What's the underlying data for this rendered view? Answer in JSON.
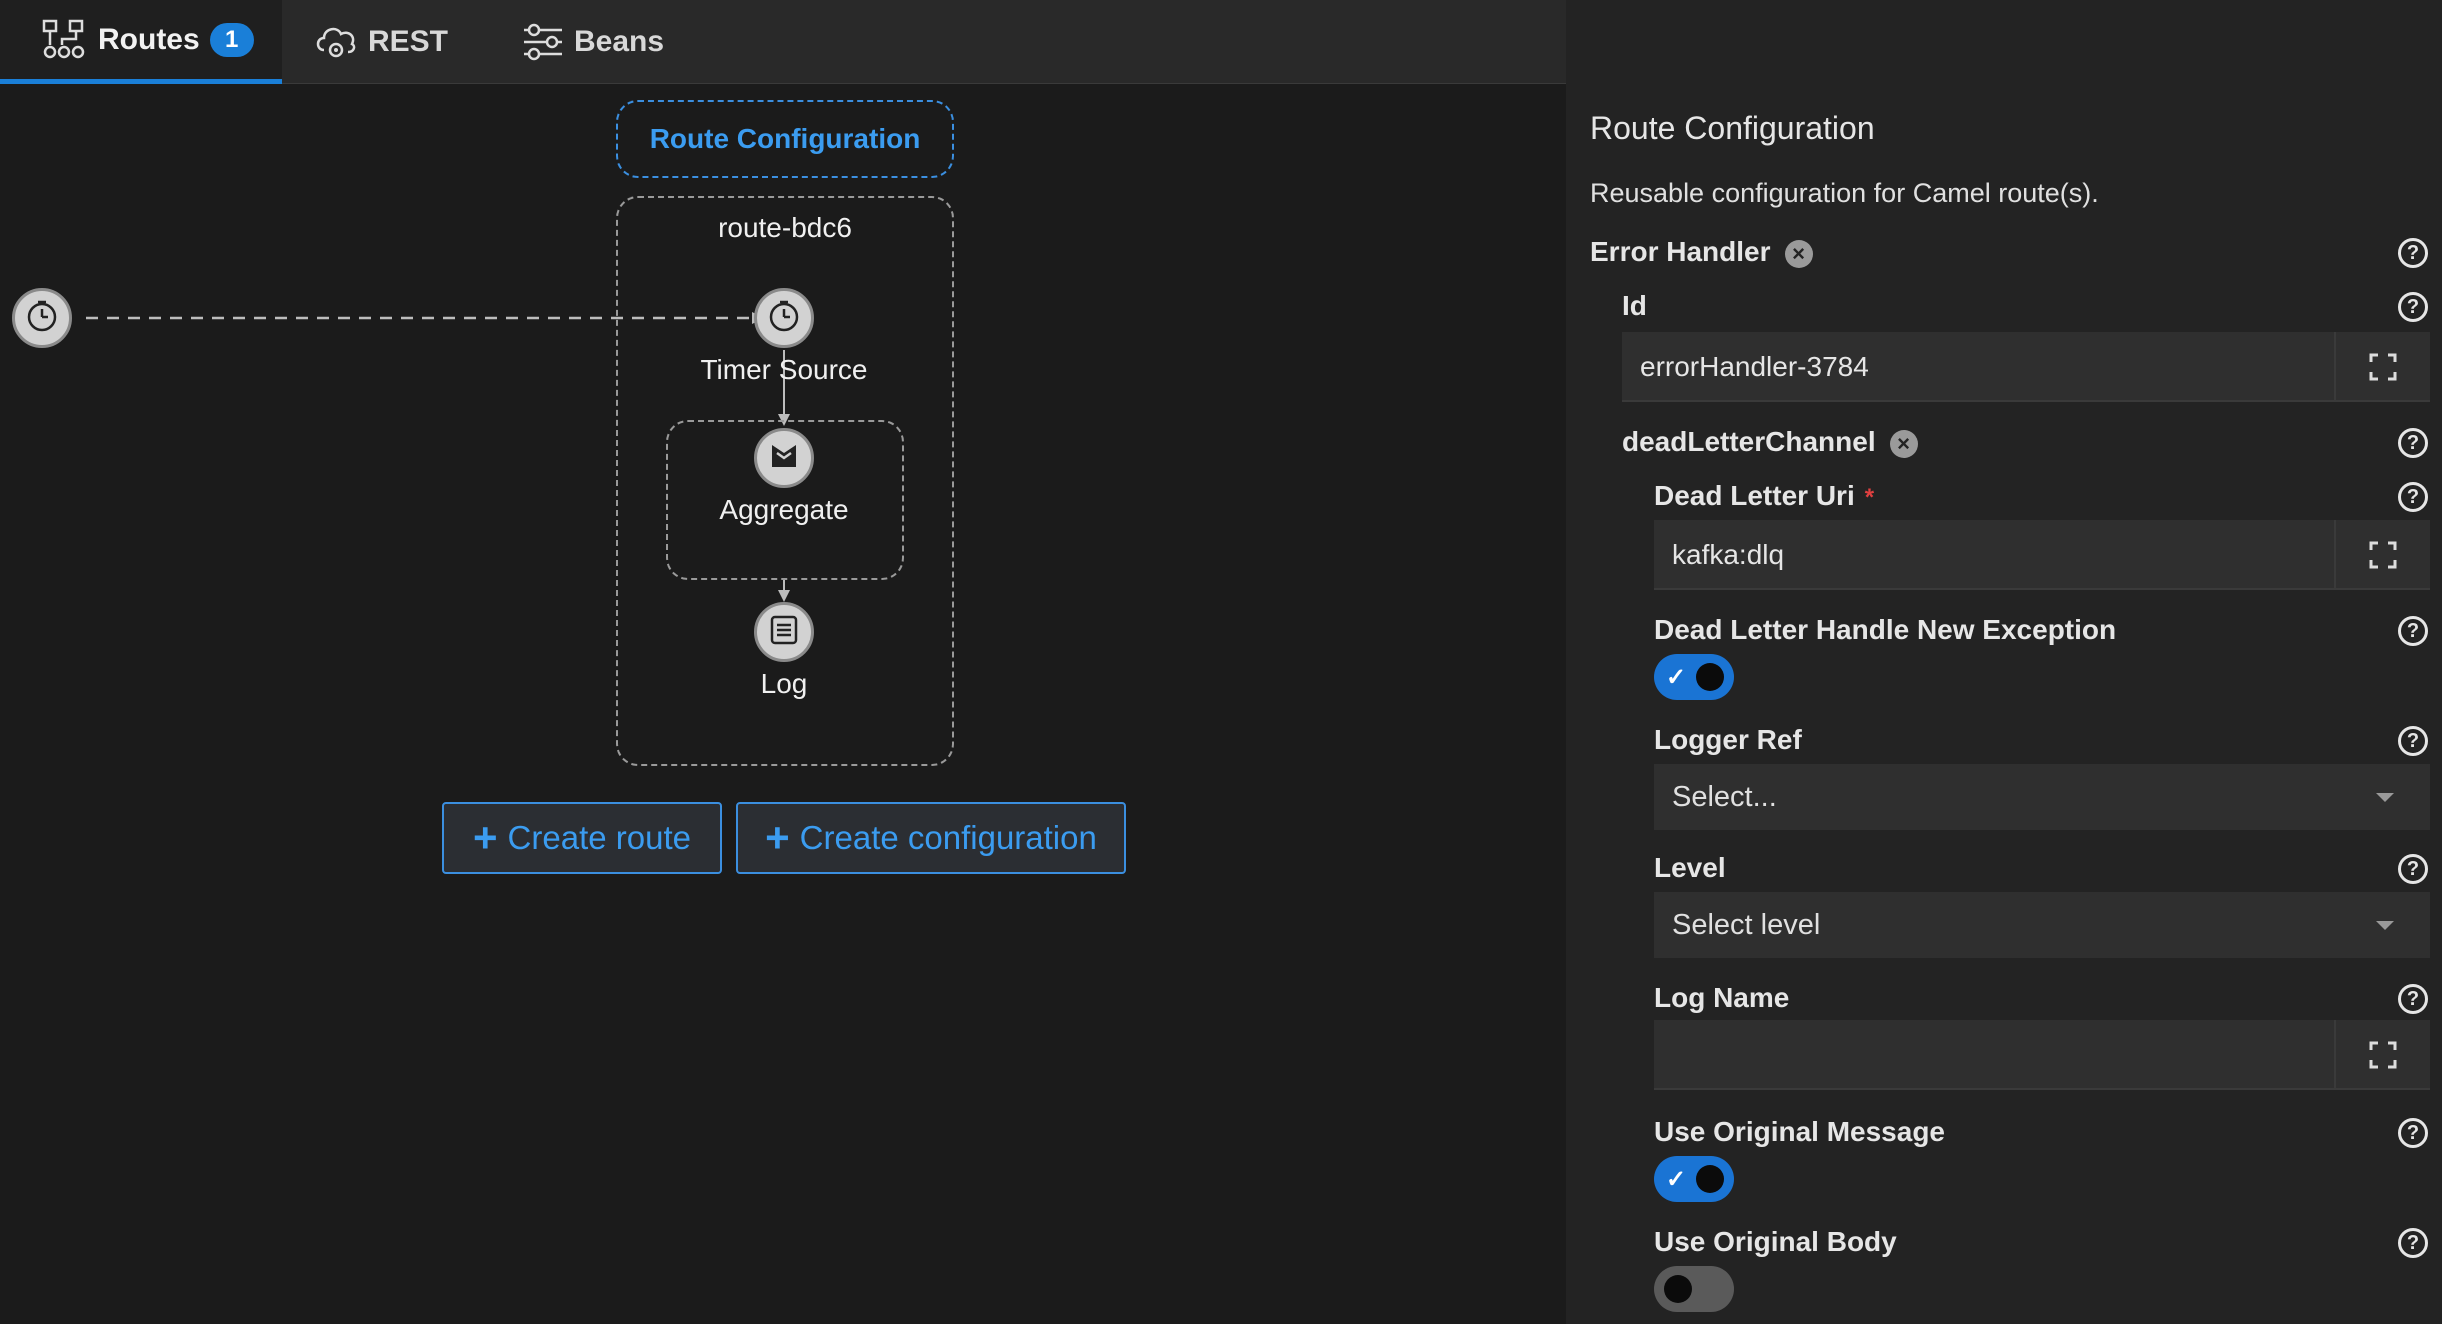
{
  "tabs": [
    {
      "label": "Routes",
      "badge": "1",
      "icon": "routes-icon",
      "active": true
    },
    {
      "label": "REST",
      "icon": "rest-cloud-icon",
      "active": false
    },
    {
      "label": "Beans",
      "icon": "beans-icon",
      "active": false
    }
  ],
  "canvas": {
    "route_configuration_label": "Route Configuration",
    "route_group_label": "route-bdc6",
    "nodes": {
      "timer_source": "Timer Source",
      "aggregate": "Aggregate",
      "log": "Log"
    },
    "create_route_label": "Create route",
    "create_configuration_label": "Create configuration"
  },
  "panel": {
    "title": "Route Configuration",
    "description": "Reusable configuration for Camel route(s).",
    "error_handler_label": "Error Handler",
    "id_label": "Id",
    "id_value": "errorHandler-3784",
    "dead_letter_channel_label": "deadLetterChannel",
    "dead_letter_uri_label": "Dead Letter Uri",
    "dead_letter_uri_required": "*",
    "dead_letter_uri_value": "kafka:dlq",
    "dead_letter_handle_label": "Dead Letter Handle New Exception",
    "dead_letter_handle_on": true,
    "logger_ref_label": "Logger Ref",
    "logger_ref_value": "Select...",
    "level_label": "Level",
    "level_value": "Select level",
    "log_name_label": "Log Name",
    "log_name_value": "",
    "use_original_message_label": "Use Original Message",
    "use_original_message_on": true,
    "use_original_body_label": "Use Original Body",
    "use_original_body_on": false
  },
  "colors": {
    "accent": "#1a7fd8",
    "background": "#1b1b1b",
    "panel": "#232323",
    "required": "#e04040"
  }
}
